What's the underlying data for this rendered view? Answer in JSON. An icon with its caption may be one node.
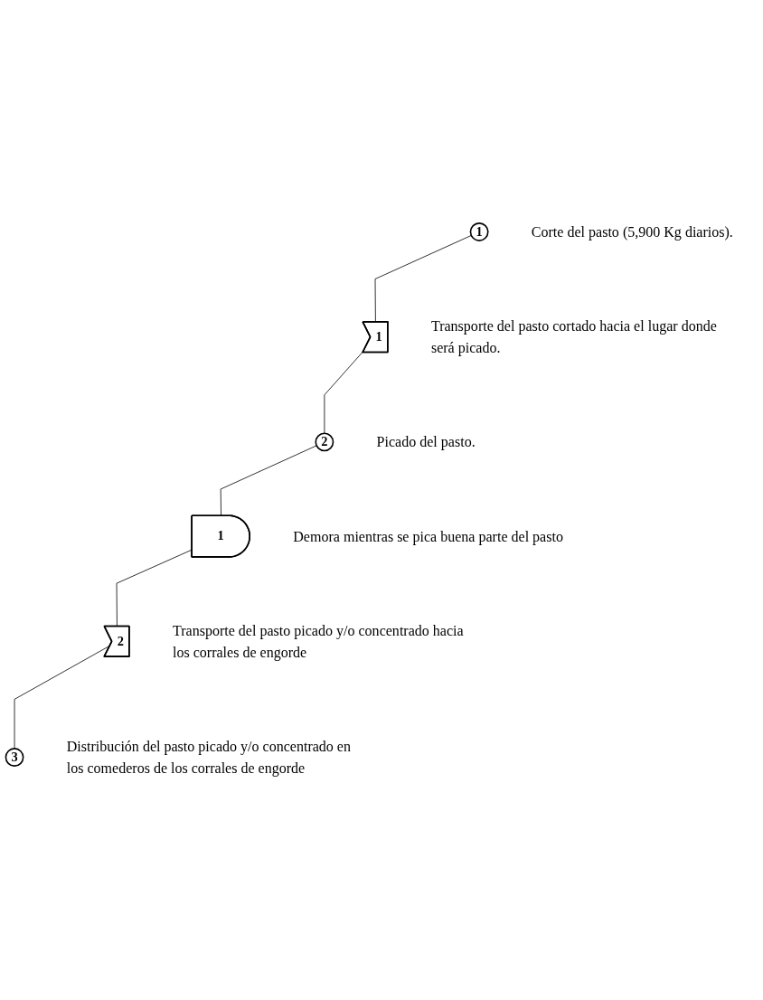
{
  "diagram": {
    "nodes": [
      {
        "text": [
          "1"
        ],
        "beside": [
          "Corte del pasto (5,900 Kg diarios)."
        ]
      },
      {
        "text": [
          "1"
        ],
        "beside": [
          "Transporte del pasto cortado hacia el lugar donde será picado."
        ]
      },
      {
        "text": [
          "2"
        ],
        "beside": [
          "Picado del pasto."
        ]
      },
      {
        "text": [
          "1"
        ],
        "beside": [
          "Demora mientras se pica buena parte del pasto"
        ]
      },
      {
        "text": [
          "2"
        ],
        "beside": [
          "Transporte del pasto picado y/o concentrado hacia los corrales de engorde"
        ]
      },
      {
        "text": [
          "3"
        ],
        "beside": [
          "Distribución del pasto picado y/o concentrado en los comederos de los corrales de engorde"
        ]
      }
    ],
    "edges": [
      {
        "from": 0,
        "to": 1,
        "arrow": "none"
      },
      {
        "from": 1,
        "to": 2,
        "arrow": "none"
      },
      {
        "from": 2,
        "to": 3,
        "arrow": "none"
      },
      {
        "from": 3,
        "to": 4,
        "arrow": "none"
      },
      {
        "from": 4,
        "to": 5,
        "arrow": "none"
      }
    ]
  }
}
